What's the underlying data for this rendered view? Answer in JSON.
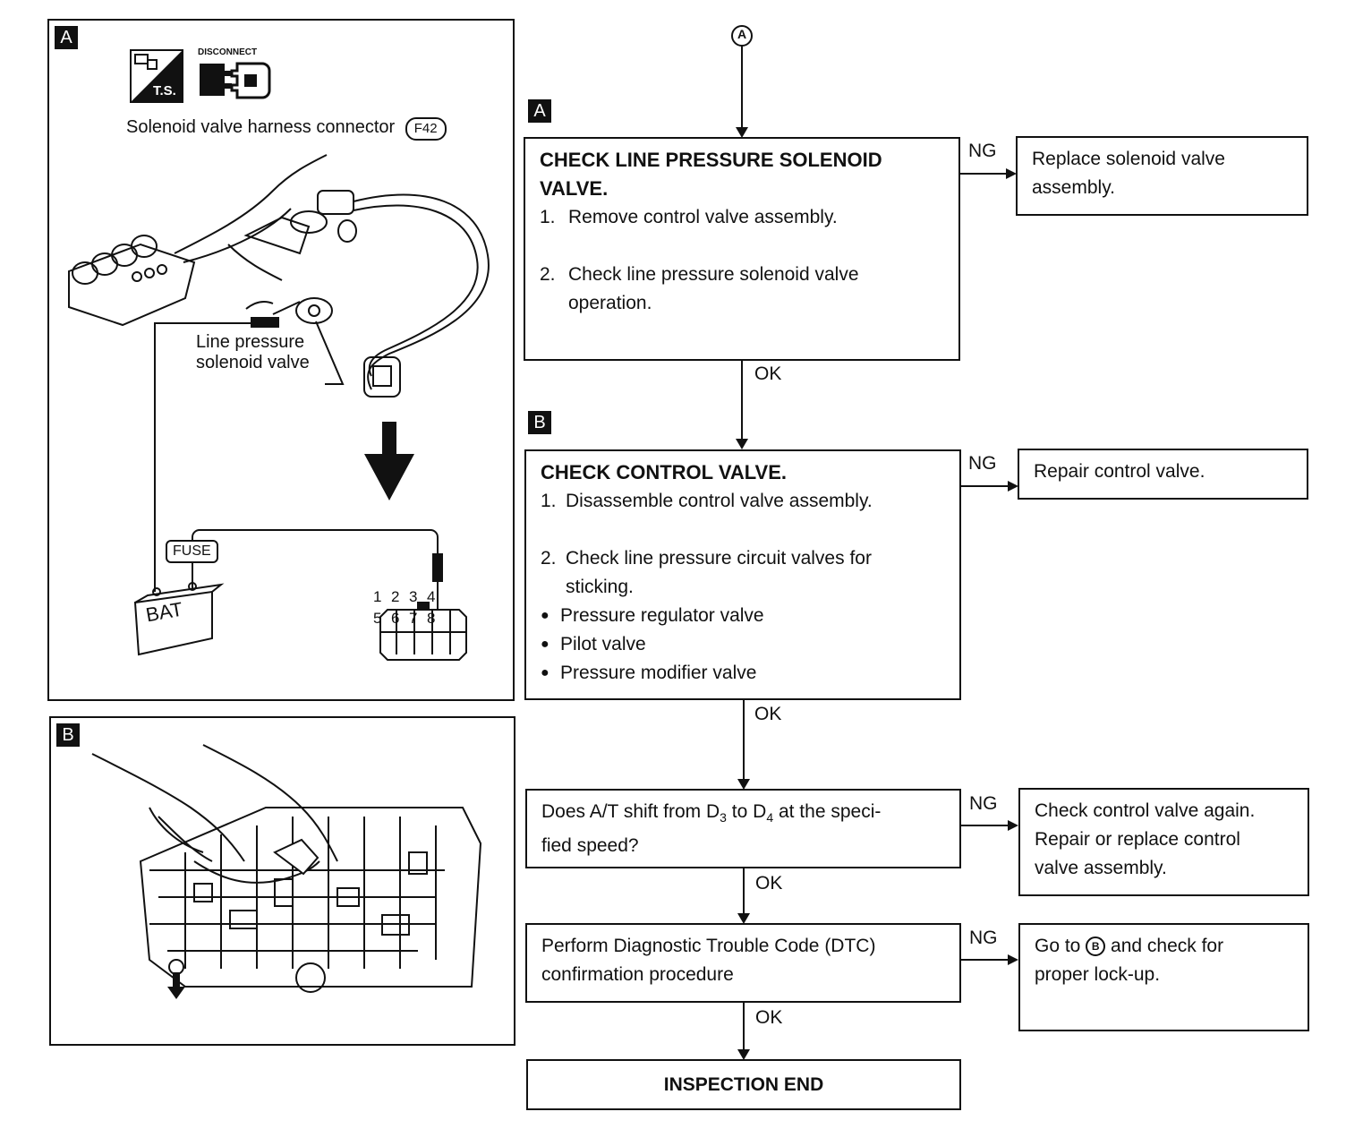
{
  "figure_a": {
    "tag": "A",
    "ts_label": "T.S.",
    "disconnect_label": "DISCONNECT",
    "caption": "Solenoid valve harness connector",
    "connector_code": "F42",
    "valve_label_1": "Line pressure",
    "valve_label_2": "solenoid valve",
    "fuse_label": "FUSE",
    "battery_label": "BAT",
    "pins": [
      "1",
      "2",
      "3",
      "4",
      "5",
      "6",
      "7",
      "8"
    ]
  },
  "figure_b": {
    "tag": "B"
  },
  "flow": {
    "start_connector": "A",
    "tag_a": "A",
    "tag_b": "B",
    "step1": {
      "title_1": "CHECK LINE PRESSURE SOLENOID",
      "title_2": "VALVE.",
      "item1_num": "1.",
      "item1": "Remove control valve assembly.",
      "item2_num": "2.",
      "item2_1": "Check line pressure solenoid valve",
      "item2_2": "operation."
    },
    "step1_ng": {
      "line1": "Replace solenoid valve",
      "line2": "assembly."
    },
    "step2": {
      "title": "CHECK CONTROL VALVE.",
      "item1_num": "1.",
      "item1": "Disassemble control valve assembly.",
      "item2_num": "2.",
      "item2_1": "Check line pressure circuit valves for",
      "item2_2": "sticking.",
      "bullets": [
        "Pressure regulator valve",
        "Pilot valve",
        "Pressure modifier valve"
      ]
    },
    "step2_ng": {
      "line1": "Repair control valve."
    },
    "step3": {
      "text_pre": "Does A/T shift from D",
      "sub1": "3",
      "text_mid": " to D",
      "sub2": "4",
      "text_post": " at the speci-",
      "line2": "fied speed?"
    },
    "step3_ng": {
      "line1": "Check control valve again.",
      "line2": "Repair or replace control",
      "line3": "valve assembly."
    },
    "step4": {
      "line1": "Perform Diagnostic Trouble Code (DTC)",
      "line2": "confirmation procedure"
    },
    "step4_ng": {
      "pre": "Go to ",
      "circle": "B",
      "post": " and check for",
      "line2": "proper lock-up."
    },
    "end": "INSPECTION END",
    "ng": "NG",
    "ok": "OK"
  }
}
